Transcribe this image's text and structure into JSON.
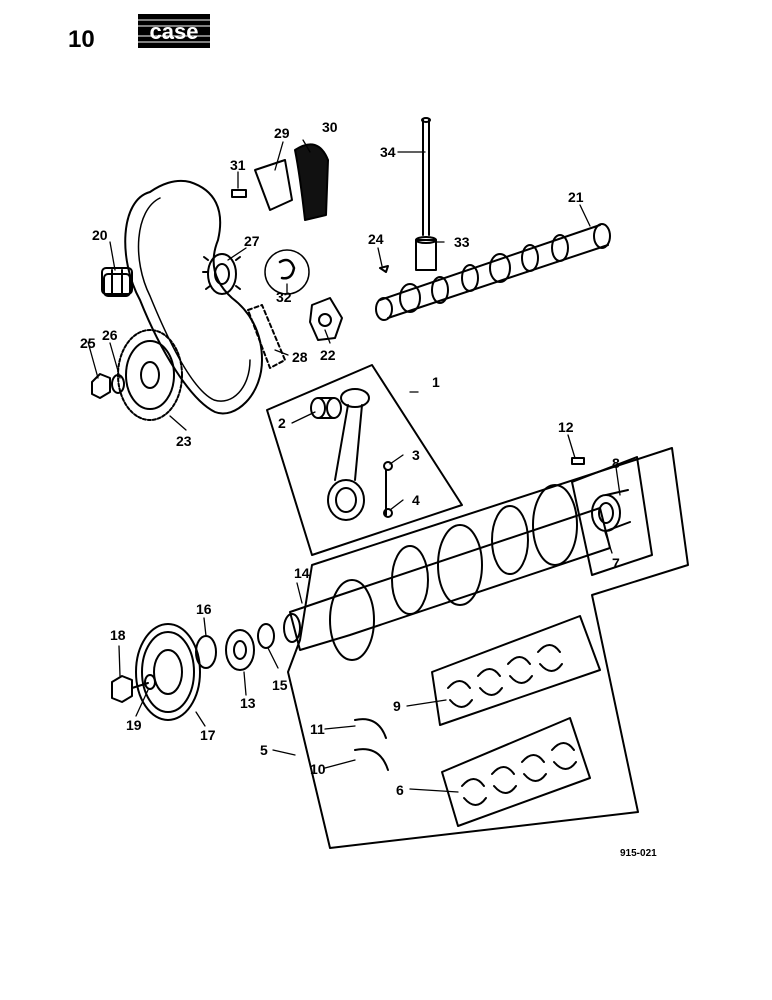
{
  "page_number": "10",
  "logo_text": "case",
  "figure_ref": "915-021",
  "callouts": [
    "1",
    "2",
    "3",
    "4",
    "5",
    "6",
    "7",
    "8",
    "9",
    "10",
    "11",
    "12",
    "13",
    "14",
    "15",
    "16",
    "17",
    "18",
    "19",
    "20",
    "21",
    "22",
    "23",
    "24",
    "25",
    "26",
    "27",
    "28",
    "29",
    "30",
    "31",
    "32",
    "33",
    "34"
  ]
}
